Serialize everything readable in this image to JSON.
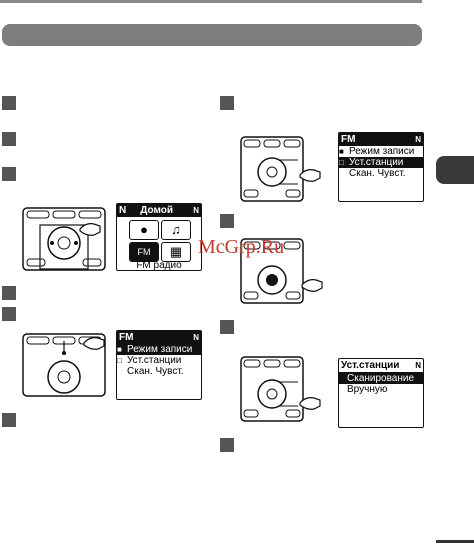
{
  "watermark": "McGrp.Ru",
  "screens": {
    "home": {
      "header_left": "N",
      "header_title": "Домой",
      "header_right": "N",
      "icons": [
        "mic-icon",
        "music-icon",
        "fm-icon",
        "calendar-icon"
      ],
      "fm_tile_label": "FM",
      "caption": "FM радио"
    },
    "fm_menu_a": {
      "header_title": "FM",
      "header_right": "N",
      "items": [
        {
          "label": "Режим записи",
          "selected": true
        },
        {
          "label": "Уст.станции",
          "selected": false
        },
        {
          "label": "Скан. Чувст.",
          "selected": false
        }
      ]
    },
    "fm_menu_b": {
      "header_title": "FM",
      "header_right": "N",
      "items": [
        {
          "label": "Режим записи",
          "selected": false
        },
        {
          "label": "Уст.станции",
          "selected": true
        },
        {
          "label": "Скан. Чувст.",
          "selected": false
        }
      ]
    },
    "station_menu": {
      "header_title": "Уст.станции",
      "header_right": "N",
      "items": [
        {
          "label": "Сканирование",
          "selected": true
        },
        {
          "label": "Вручную",
          "selected": false
        }
      ]
    }
  },
  "colors": {
    "banner": "#7d7d7d",
    "step": "#555555",
    "sidetab": "#3a3a3a"
  }
}
